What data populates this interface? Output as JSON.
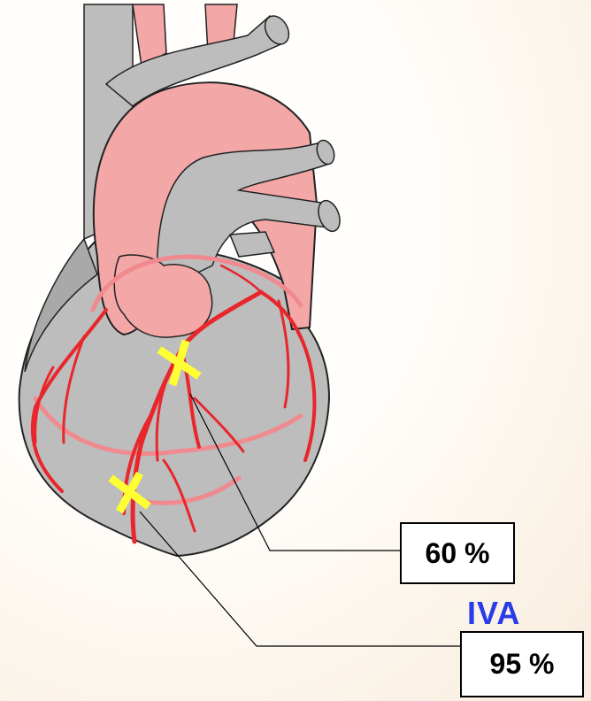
{
  "labels": {
    "stenosis_upper": "60 %",
    "stenosis_lower": "95 %",
    "vessel": "IVA"
  },
  "colors": {
    "heart_gray": "#bdbdbd",
    "aorta_pink": "#f4a7a7",
    "artery_red": "#e8262b",
    "artery_faint": "#f08a8e",
    "marker_yellow": "#ffff33",
    "vessel_label_blue": "#2a3be8"
  }
}
